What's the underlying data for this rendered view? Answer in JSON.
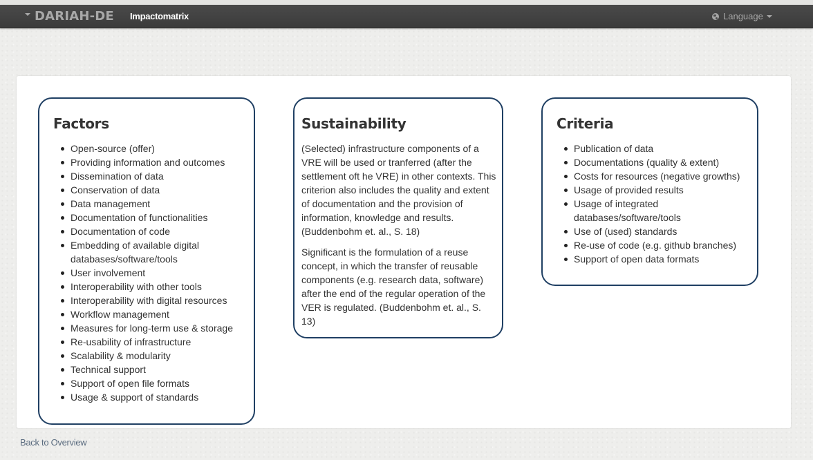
{
  "navbar": {
    "brand": "DARIAH-DE",
    "app_title": "Impactomatrix",
    "language_label": "Language",
    "icons": [
      "caret-down-icon",
      "globe-icon"
    ]
  },
  "columns": {
    "factors": {
      "title": "Factors",
      "items": [
        "Open-source (offer)",
        "Providing information and outcomes",
        "Dissemination of data",
        "Conservation of data",
        "Data management",
        "Documentation of functionalities",
        "Documentation of code",
        "Embedding of available digital databases/software/tools",
        "User involvement",
        "Interoperability with other tools",
        "Interoperability with digital resources",
        "Workflow management",
        "Measures for long-term use & storage",
        "Re-usability of infrastructure",
        "Scalability & modularity",
        "Technical support",
        "Support of open file formats",
        "Usage & support of standards"
      ]
    },
    "sustainability": {
      "title": "Sustainability",
      "paragraphs": [
        "(Selected) infrastructure components of a VRE will be used or tranferred (after the settlement oft he VRE) in other contexts. This criterion also includes the quality and extent of documentation and the provision of information, knowledge and results. (Buddenbohm et. al., S. 18)",
        "Significant is the formulation of a reuse concept, in which the transfer of reusable components (e.g. research data, software) after the end of the regular operation of the VER is regulated. (Buddenbohm et. al., S. 13)"
      ]
    },
    "criteria": {
      "title": "Criteria",
      "items": [
        "Publication of data",
        "Documentations (quality & extent)",
        "Costs for resources (negative growths)",
        "Usage of provided results",
        "Usage of integrated databases/software/tools",
        "Use of (used) standards",
        "Re-use of code (e.g. github branches)",
        "Support of open data formats"
      ]
    }
  },
  "footer": {
    "back_link": "Back to Overview"
  },
  "colors": {
    "navbar_bg": "#3f3f3f",
    "box_border": "#1f3f63",
    "link": "#5c6d80"
  }
}
